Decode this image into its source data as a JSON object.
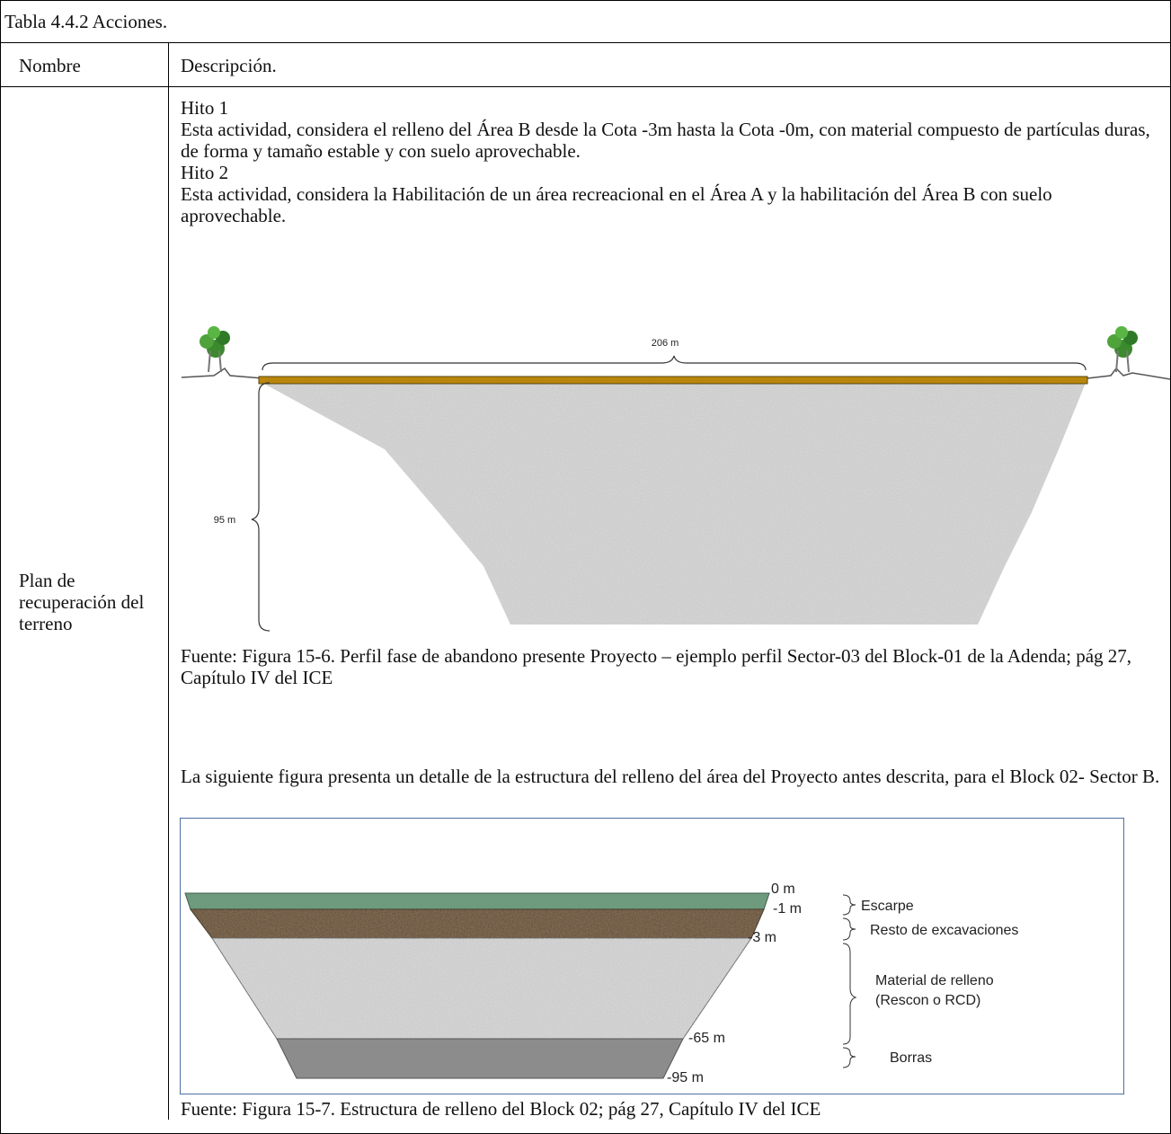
{
  "table": {
    "caption": "Tabla 4.4.2 Acciones.",
    "header_name": "Nombre",
    "header_description": "Descripción.",
    "row_name": "Plan de recuperación del terreno"
  },
  "hitos": {
    "hito1_title": "Hito 1",
    "hito1_text": "Esta actividad, considera el relleno del Área B desde la Cota -3m hasta la Cota -0m, con material compuesto de partículas duras, de forma y tamaño estable y con suelo aprovechable.",
    "hito2_title": "Hito 2",
    "hito2_text": "Esta actividad, considera la Habilitación de un área recreacional en el Área A y la habilitación del Área B con suelo aprovechable."
  },
  "figure1": {
    "width_label": "206 m",
    "depth_label": "95 m",
    "source": "Fuente: Figura 15-6. Perfil fase de abandono presente Proyecto – ejemplo perfil Sector-03 del Block-01 de la Adenda; pág 27, Capítulo IV del ICE"
  },
  "intro_fig2": "La siguiente figura presenta un detalle de la estructura del relleno del área del Proyecto antes descrita, para el Block 02- Sector B.",
  "figure2": {
    "levels": [
      "0 m",
      "-1 m",
      "-3 m",
      "-65 m",
      "-95 m"
    ],
    "layers": {
      "escarpe": "Escarpe",
      "resto": "Resto de excavaciones",
      "relleno_1": "Material de relleno",
      "relleno_2": "(Rescon o RCD)",
      "borras": "Borras"
    },
    "source": "Fuente: Figura 15-7. Estructura de relleno del Block 02; pág 27, Capítulo IV del ICE"
  },
  "colors": {
    "topsoil": "#b8860b",
    "escarpe": "#6e9a7d",
    "resto": "#6b5640",
    "relleno": "#c8c8c8",
    "borras": "#8c8c8c",
    "tree": "#3c8a2e",
    "frame": "#4a6fa5"
  }
}
